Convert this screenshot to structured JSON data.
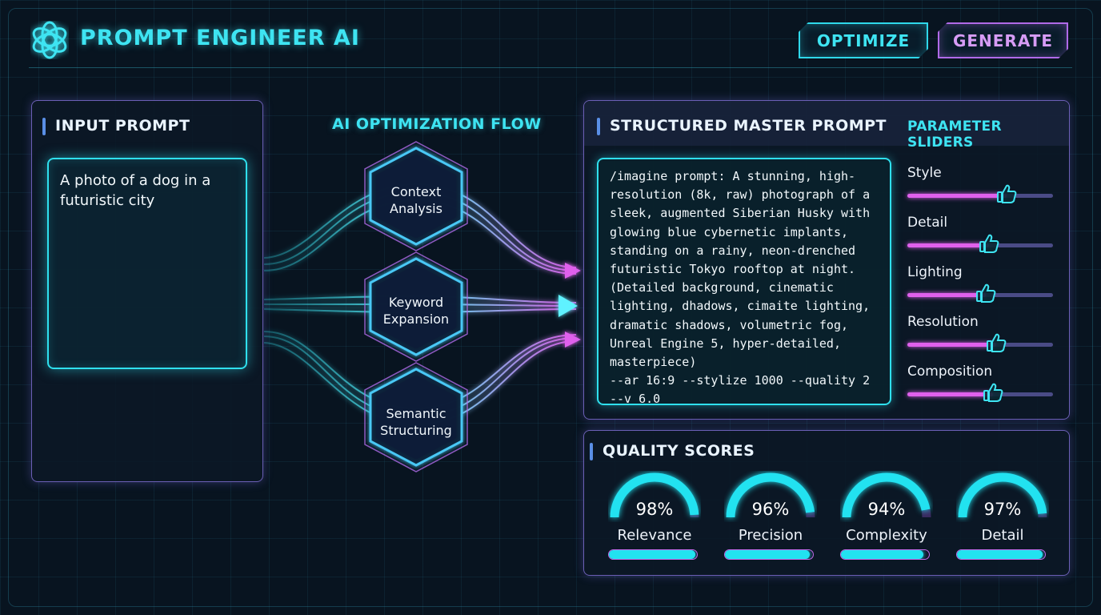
{
  "app": {
    "title": "PROMPT ENGINEER AI"
  },
  "header": {
    "optimize_label": "OPTIMIZE",
    "generate_label": "GENERATE"
  },
  "input": {
    "title": "INPUT PROMPT",
    "text": "A photo of a dog in a futuristic city"
  },
  "flow": {
    "title": "AI OPTIMIZATION FLOW",
    "steps": [
      {
        "line1": "Context",
        "line2": "Analysis"
      },
      {
        "line1": "Keyword",
        "line2": "Expansion"
      },
      {
        "line1": "Semantic",
        "line2": "Structuring"
      }
    ]
  },
  "master": {
    "title": "STRUCTURED MASTER PROMPT",
    "text": "/imagine prompt: A stunning, high-resolution (8k, raw) photograph of a sleek, augmented Siberian Husky with glowing blue cybernetic implants, standing on a rainy, neon-drenched futuristic Tokyo rooftop at night. (Detailed background, cinematic lighting, dhadows, cimaite lighting, dramatic shadows, volumetric fog, Unreal Engine 5, hyper-detailed, masterpiece)\n--ar 16:9 --stylize 1000 --quality 2 --v 6.0"
  },
  "sliders": {
    "title": "PARAMETER SLIDERS",
    "items": [
      {
        "label": "Style",
        "value": 0.68
      },
      {
        "label": "Detail",
        "value": 0.56
      },
      {
        "label": "Lighting",
        "value": 0.54
      },
      {
        "label": "Resolution",
        "value": 0.61
      },
      {
        "label": "Composition",
        "value": 0.59
      }
    ]
  },
  "quality": {
    "title": "QUALITY SCORES",
    "scores": [
      {
        "label": "Relevance",
        "value": "98%",
        "fraction": 0.98
      },
      {
        "label": "Precision",
        "value": "96%",
        "fraction": 0.96
      },
      {
        "label": "Complexity",
        "value": "94%",
        "fraction": 0.94
      },
      {
        "label": "Detail",
        "value": "97%",
        "fraction": 0.97
      }
    ]
  },
  "colors": {
    "cyan": "#2fe0ee",
    "magenta": "#e060ec",
    "purple": "#b06ae8",
    "background": "#081420"
  },
  "icons": {
    "logo": "openai-knot-icon",
    "slider_thumb": "thumbs-up-icon"
  }
}
